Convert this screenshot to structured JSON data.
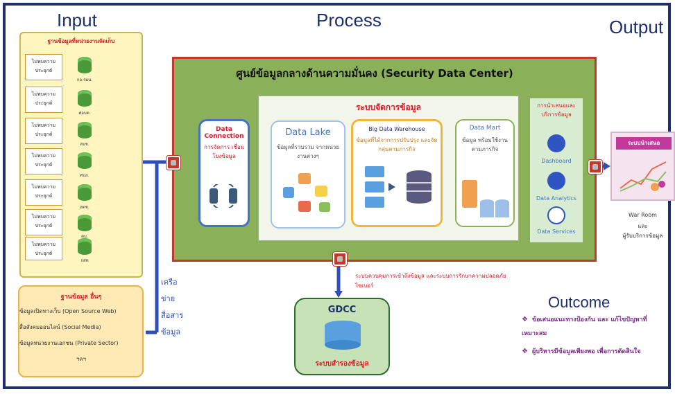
{
  "headers": {
    "input": "Input",
    "process": "Process",
    "output": "Output"
  },
  "input_panel": {
    "title": "ฐานข้อมูลที่หน่วยงานจัดเก็บ",
    "source_label": "ไม่พบความ ประยุกต์",
    "agencies": [
      "กอ.รมน.",
      "ศอบต.",
      "สมช.",
      "ศปภ.",
      "สตช.",
      "ตม.",
      "กสท"
    ]
  },
  "other_panel": {
    "title": "ฐานข้อมูล อื่นๆ",
    "items": [
      "ข้อมูลเปิดทางเว็บ (Open Source Web)",
      "สื่อสังคมออนไลน์ (Social Media)",
      "ข้อมูลหน่วยงานเอกชน (Private Sector)",
      "ฯลฯ"
    ]
  },
  "network_label": "เครือข่าย สื่อสาร ข้อมูล",
  "sdc": {
    "title": "ศูนย์ข้อมูลกลางด้านความมั่นคง (Security Data Center)",
    "data_management_title": "ระบบจัดการข้อมูล",
    "connection": {
      "title": "Data Connection",
      "subtitle": "การจัดการ เชื่อมโยงข้อมูล"
    },
    "lake": {
      "title": "Data Lake",
      "subtitle": "ข้อมูลที่รวบรวม จากหน่วยงานต่างๆ"
    },
    "warehouse": {
      "title": "Big Data Warehouse",
      "subtitle": "ข้อมูลที่ได้จากการปรับปรุง และจัดกลุ่มตามภารกิจ"
    },
    "mart": {
      "title": "Data Mart",
      "subtitle": "ข้อมูล พร้อมใช้งาน ตามภารกิจ"
    },
    "output_col": {
      "title": "การนำเสนอและ บริการข้อมูล",
      "items": [
        "Dashboard",
        "Data Analytics",
        "Data Services"
      ]
    }
  },
  "security_note": "ระบบควบคุมการเข้าถึงข้อมูล และระบบการรักษาความปลอดภัยไซเบอร์",
  "gdcc": {
    "title": "GDCC",
    "subtitle": "ระบบสำรองข้อมูล"
  },
  "output": {
    "panel_title": "ระบบนำเสนอ",
    "caption_lines": [
      "War Room",
      "และ",
      "ผู้รับบริการข้อมูล"
    ]
  },
  "outcome": {
    "title": "Outcome",
    "items": [
      "ข้อเสนอแนะทางป้องกัน และ แก้ไขปัญหาที่เหมาะสม",
      "ผู้บริหารมีข้อมูลเพียงพอ เพื่อการตัดสินใจ"
    ]
  },
  "colors": {
    "navy": "#1f2f6b",
    "red": "#d21f2a",
    "green": "#8ab05a",
    "blue": "#4472c4",
    "purple": "#7d2a8c"
  }
}
